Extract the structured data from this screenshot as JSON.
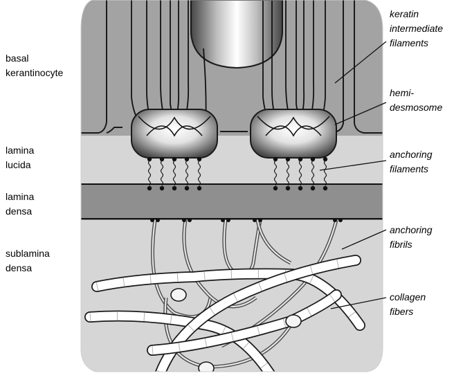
{
  "labels": {
    "left": [
      {
        "key": "basal_keratinocyte",
        "lines": [
          "basal",
          "kerantinocyte"
        ]
      },
      {
        "key": "lamina_lucida",
        "lines": [
          "lamina",
          "lucida"
        ]
      },
      {
        "key": "lamina_densa",
        "lines": [
          "lamina",
          "densa"
        ]
      },
      {
        "key": "sublamina_densa",
        "lines": [
          "sublamina",
          "densa"
        ]
      }
    ],
    "right": [
      {
        "key": "keratin_filaments",
        "lines": [
          "keratin",
          "intermediate",
          "filaments"
        ]
      },
      {
        "key": "hemidesmosome",
        "lines": [
          "hemi-",
          "desmosome"
        ]
      },
      {
        "key": "anchoring_filaments",
        "lines": [
          "anchoring",
          "filaments"
        ]
      },
      {
        "key": "anchoring_fibrils",
        "lines": [
          "anchoring",
          "fibrils"
        ]
      },
      {
        "key": "collagen_fibers",
        "lines": [
          "collagen",
          "fibers"
        ]
      }
    ]
  },
  "colors": {
    "cell": "#a3a3a3",
    "lamina_lucida": "#d6d6d6",
    "lamina_densa": "#8f8f8f",
    "sublamina": "#d6d6d6",
    "outline": "#1a1a1a",
    "fibril": "#555555",
    "fiber_fill": "#ffffff"
  }
}
